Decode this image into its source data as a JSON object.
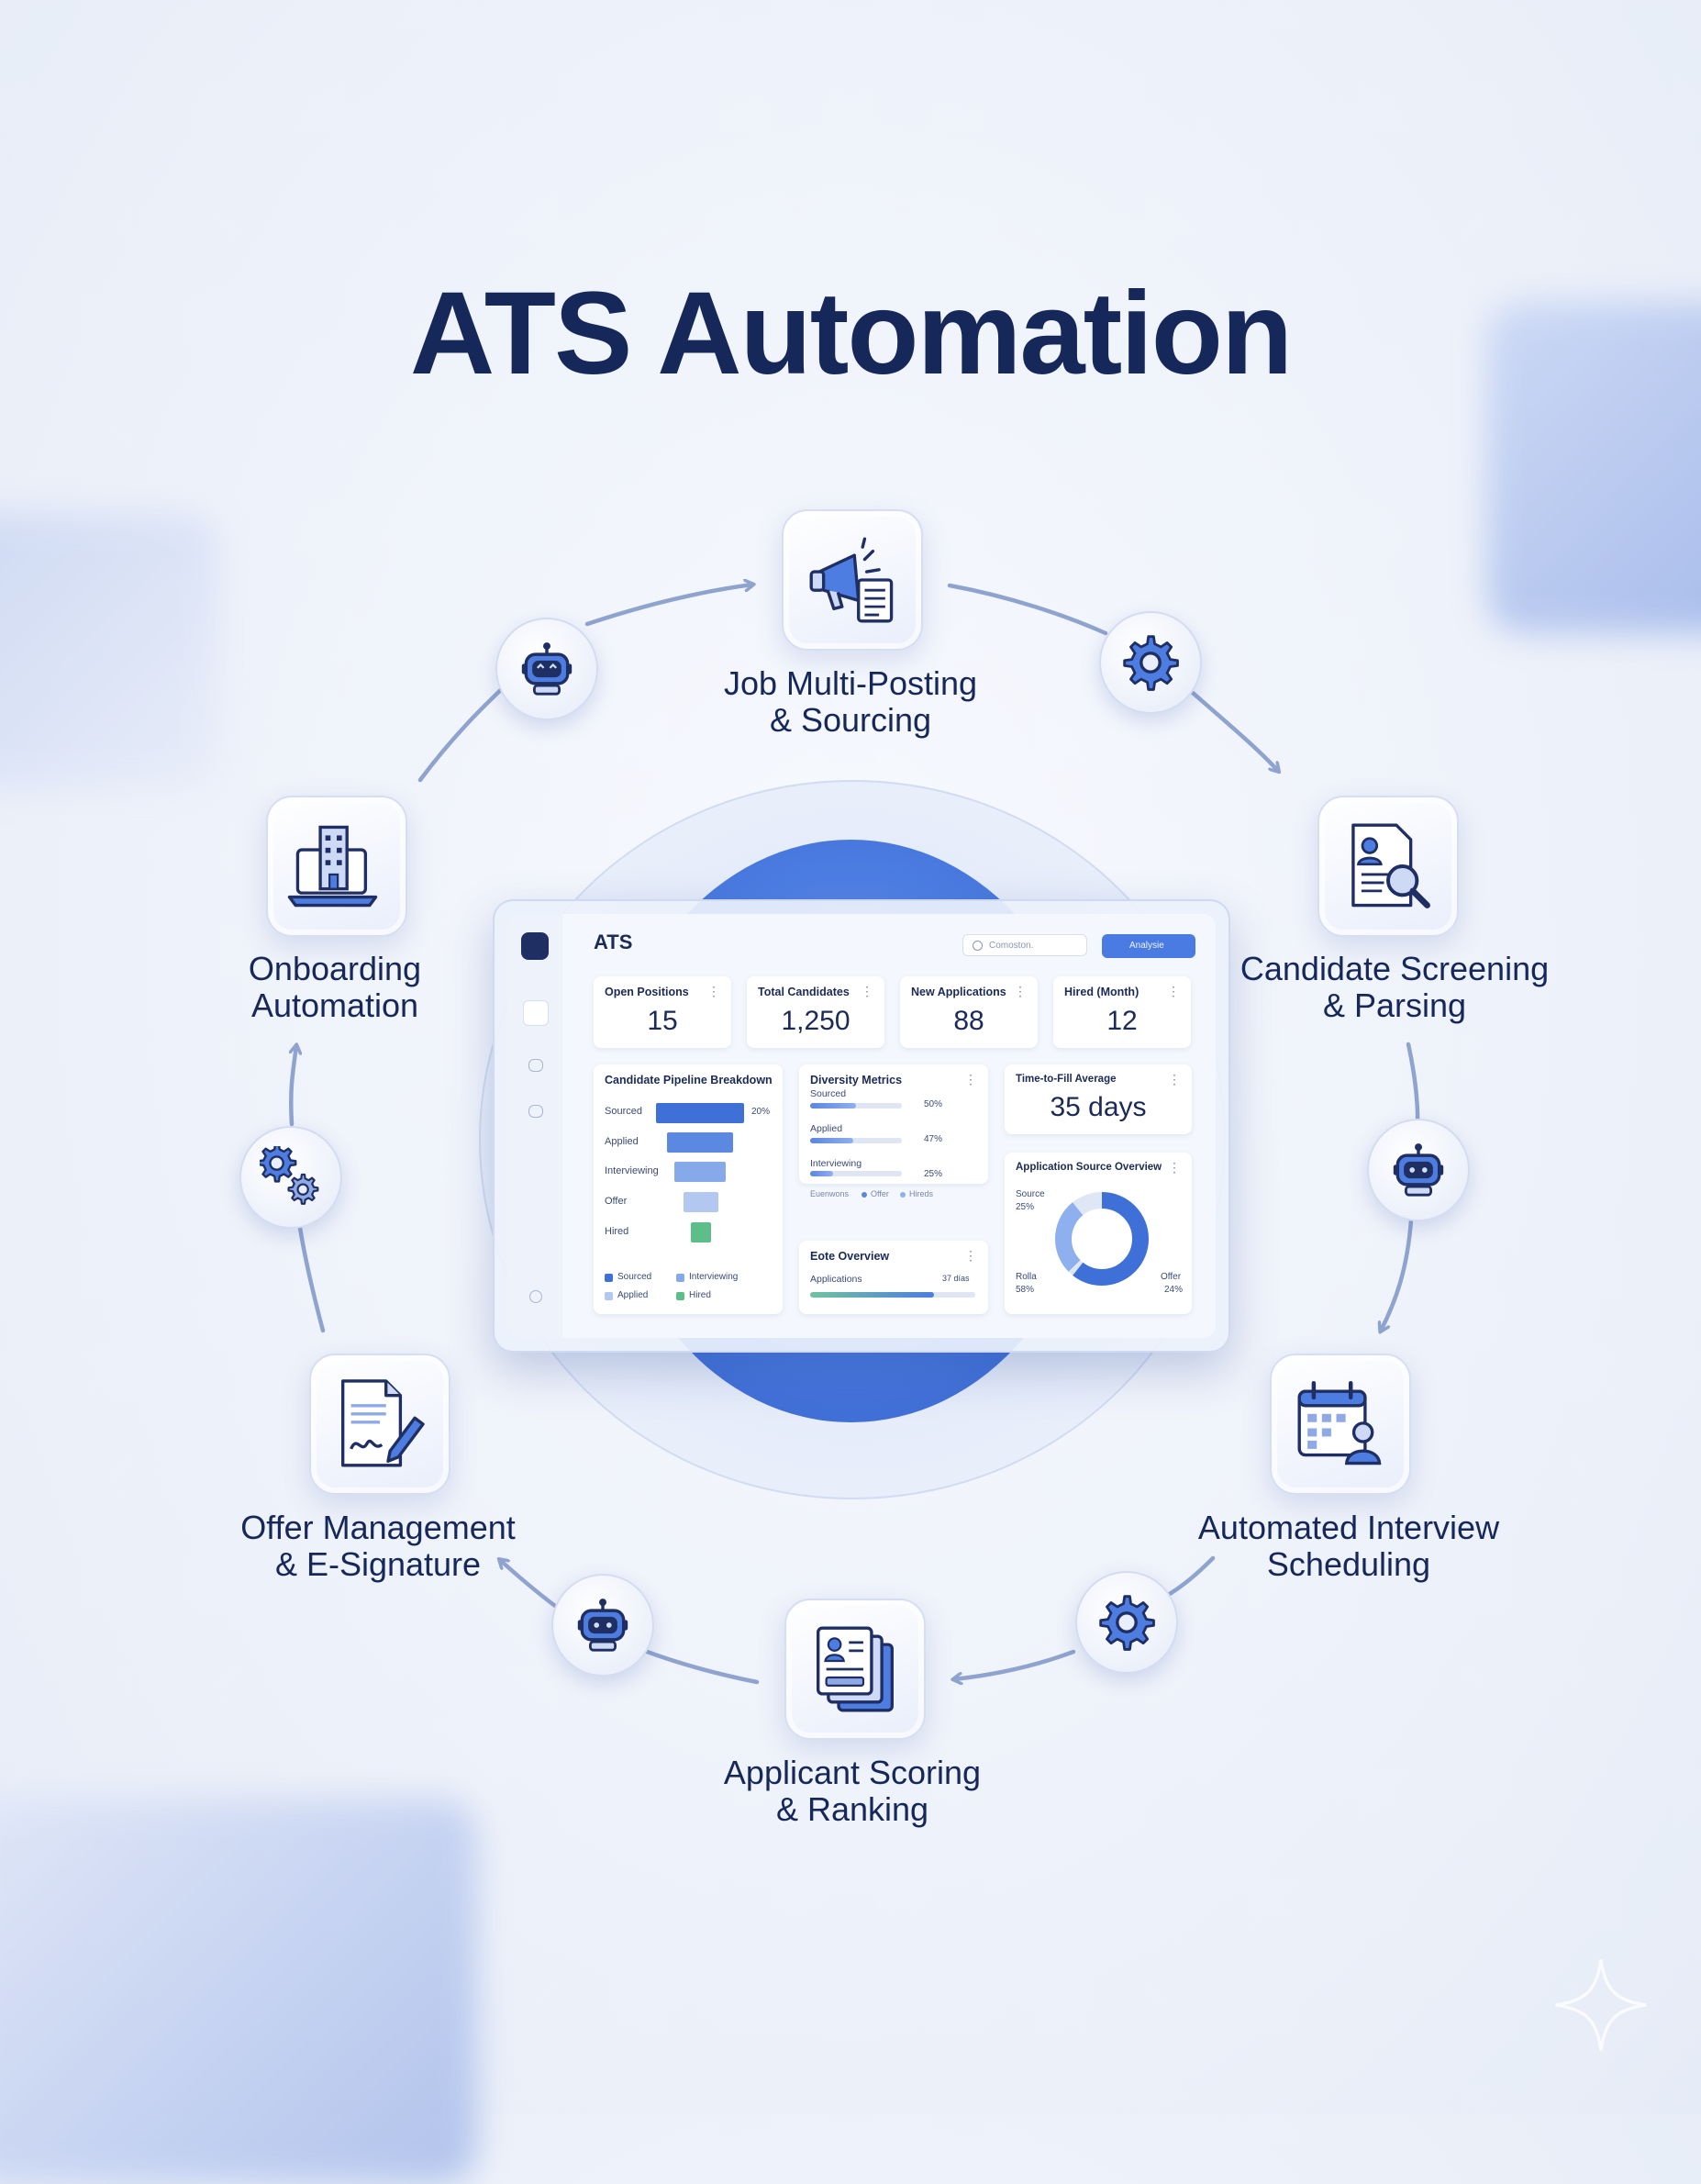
{
  "title": "ATS Automation",
  "steps": [
    {
      "id": "job",
      "line1": "Job Multi-Posting",
      "line2": "& Sourcing",
      "icon": "megaphone-icon"
    },
    {
      "id": "screen",
      "line1": "Candidate Screening",
      "line2": "& Parsing",
      "icon": "resume-search-icon"
    },
    {
      "id": "interview",
      "line1": "Automated Interview",
      "line2": "Scheduling",
      "icon": "calendar-person-icon"
    },
    {
      "id": "scoring",
      "line1": "Applicant Scoring",
      "line2": "& Ranking",
      "icon": "document-stack-icon"
    },
    {
      "id": "offer",
      "line1": "Offer Management",
      "line2": "& E-Signature",
      "icon": "signed-document-icon"
    },
    {
      "id": "onboard",
      "line1": "Onboarding",
      "line2": "Automation",
      "icon": "laptop-building-icon"
    }
  ],
  "hubs": [
    "robot-icon",
    "gear-icon",
    "robot-icon",
    "gear-icon",
    "robot-icon",
    "gears-icon"
  ],
  "colors": {
    "navy": "#16275a",
    "accent": "#4a7be3",
    "line": "#8fa3cf",
    "green": "#5cbf8a"
  },
  "dashboard": {
    "title": "ATS",
    "search_placeholder": "Comoston.",
    "button_label": "Analysie",
    "kpis": [
      {
        "label": "Open Positions",
        "value": "15"
      },
      {
        "label": "Total Candidates",
        "value": "1,250"
      },
      {
        "label": "New Applications",
        "value": "88"
      },
      {
        "label": "Hired (Month)",
        "value": "12"
      }
    ],
    "pipeline": {
      "title": "Candidate Pipeline Breakdown",
      "stages": [
        "Sourced",
        "Applied",
        "Interviewing",
        "Offer",
        "Hired"
      ],
      "first_pct": "20%",
      "legend": [
        "Sourced",
        "Interviewing",
        "Applied",
        "Hired"
      ]
    },
    "diversity": {
      "title": "Diversity Metrics",
      "rows": [
        {
          "label": "Sourced",
          "pct": "50%",
          "value": 0.5
        },
        {
          "label": "Applied",
          "pct": "47%",
          "value": 0.47
        },
        {
          "label": "Interviewing",
          "pct": "25%",
          "value": 0.25
        }
      ],
      "legend": [
        "Euenwons",
        "Offer",
        "Hireds"
      ]
    },
    "source_overview": {
      "title": "Eote Overview",
      "row_label": "Applications",
      "row_value": "37 días",
      "fill": 0.75
    },
    "time_to_fill": {
      "label": "Time-to-Fill Average",
      "value": "35 days"
    },
    "app_source": {
      "title": "Application Source Overview",
      "slices": [
        {
          "label": "Source",
          "pct": "25%"
        },
        {
          "label": "Rolla",
          "pct": "58%"
        },
        {
          "label": "Offer",
          "pct": "24%"
        }
      ]
    }
  }
}
